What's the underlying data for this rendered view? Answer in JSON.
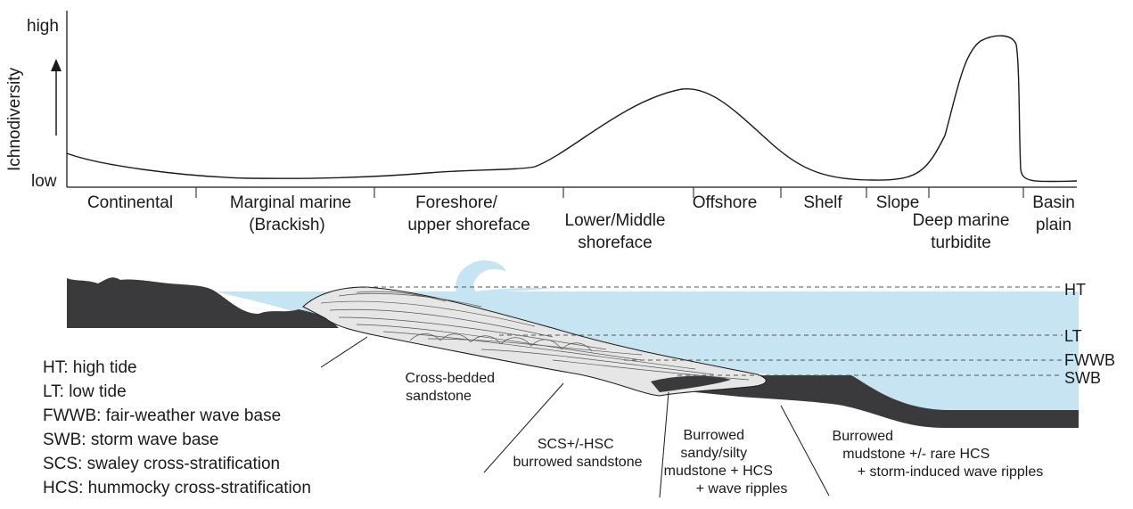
{
  "y_axis": {
    "title": "Ichnodiversity",
    "high": "high",
    "low": "low"
  },
  "zones": [
    {
      "lines": [
        "Continental"
      ]
    },
    {
      "lines": [
        "Marginal marine",
        "(Brackish)"
      ]
    },
    {
      "lines": [
        "Foreshore/",
        "upper shoreface"
      ]
    },
    {
      "lines": [
        "Lower/Middle",
        "shoreface"
      ]
    },
    {
      "lines": [
        "Offshore"
      ]
    },
    {
      "lines": [
        "Shelf"
      ]
    },
    {
      "lines": [
        "Slope"
      ]
    },
    {
      "lines": [
        "Deep marine",
        "turbidite"
      ]
    },
    {
      "lines": [
        "Basin",
        "plain"
      ]
    }
  ],
  "water_levels": [
    "HT",
    "LT",
    "FWWB",
    "SWB"
  ],
  "deposits": [
    {
      "lines": [
        "Cross-bedded",
        "sandstone"
      ]
    },
    {
      "lines": [
        "SCS+/-HSC",
        "burrowed sandstone"
      ]
    },
    {
      "lines": [
        "Burrowed",
        "sandy/silty",
        "mudstone + HCS",
        "+ wave ripples"
      ]
    },
    {
      "lines": [
        "Burrowed",
        "mudstone +/- rare HCS",
        "+ storm-induced wave ripples"
      ]
    }
  ],
  "legend": [
    "HT: high tide",
    "LT: low tide",
    "FWWB: fair-weather wave base",
    "SWB: storm wave base",
    "SCS: swaley cross-stratification",
    "HCS: hummocky cross-stratification"
  ],
  "colors": {
    "water": "#c7e4f2",
    "mudstone": "#3a3a3c",
    "sandstone": "#e6e6e6",
    "line": "#1a1a1a"
  }
}
